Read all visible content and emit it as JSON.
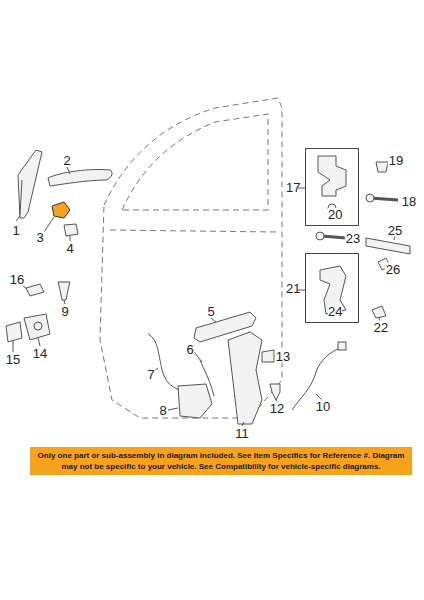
{
  "diagram": {
    "nodes": [
      {
        "text": [
          "17",
          "20"
        ]
      },
      {
        "text": [
          "21",
          "24"
        ]
      },
      {
        "text": [
          "Only one part or sub-assembly in diagram included. See Item Specifics for Reference #. Diagram may not be specific to your vehicle. See Compatibility for vehicle-specific diagrams."
        ]
      }
    ],
    "labels": [
      "1",
      "2",
      "3",
      "4",
      "5",
      "6",
      "7",
      "8",
      "9",
      "10",
      "11",
      "12",
      "13",
      "14",
      "15",
      "16",
      "18",
      "19",
      "22",
      "23",
      "25",
      "26"
    ]
  }
}
